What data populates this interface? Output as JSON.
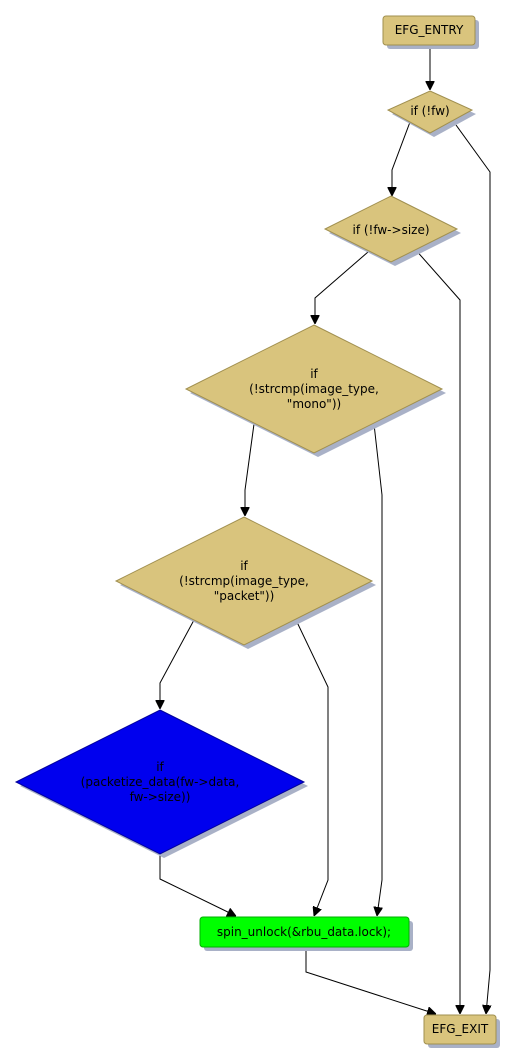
{
  "colors": {
    "node_fill": "#d9c47d",
    "node_stroke": "#a08f4f",
    "shadow": "#a9b1c7",
    "highlight_fill": "#0000ee",
    "highlight_stroke": "#00009a",
    "spin_fill": "#00ff00",
    "spin_stroke": "#00b000",
    "edge": "#000000"
  },
  "nodes": {
    "entry": {
      "lines": [
        "EFG_ENTRY"
      ]
    },
    "if_fw": {
      "lines": [
        "if (!fw)"
      ]
    },
    "if_size": {
      "lines": [
        "if (!fw->size)"
      ]
    },
    "if_mono": {
      "lines": [
        "if",
        "(!strcmp(image_type,",
        "\"mono\"))"
      ]
    },
    "if_packet": {
      "lines": [
        "if",
        "(!strcmp(image_type,",
        "\"packet\"))"
      ]
    },
    "if_packetize": {
      "lines": [
        "if",
        "(packetize_data(fw->data,",
        "fw->size))"
      ]
    },
    "spin_unlock": {
      "lines": [
        "spin_unlock(&rbu_data.lock);"
      ]
    },
    "exit": {
      "lines": [
        "EFG_EXIT"
      ]
    }
  }
}
